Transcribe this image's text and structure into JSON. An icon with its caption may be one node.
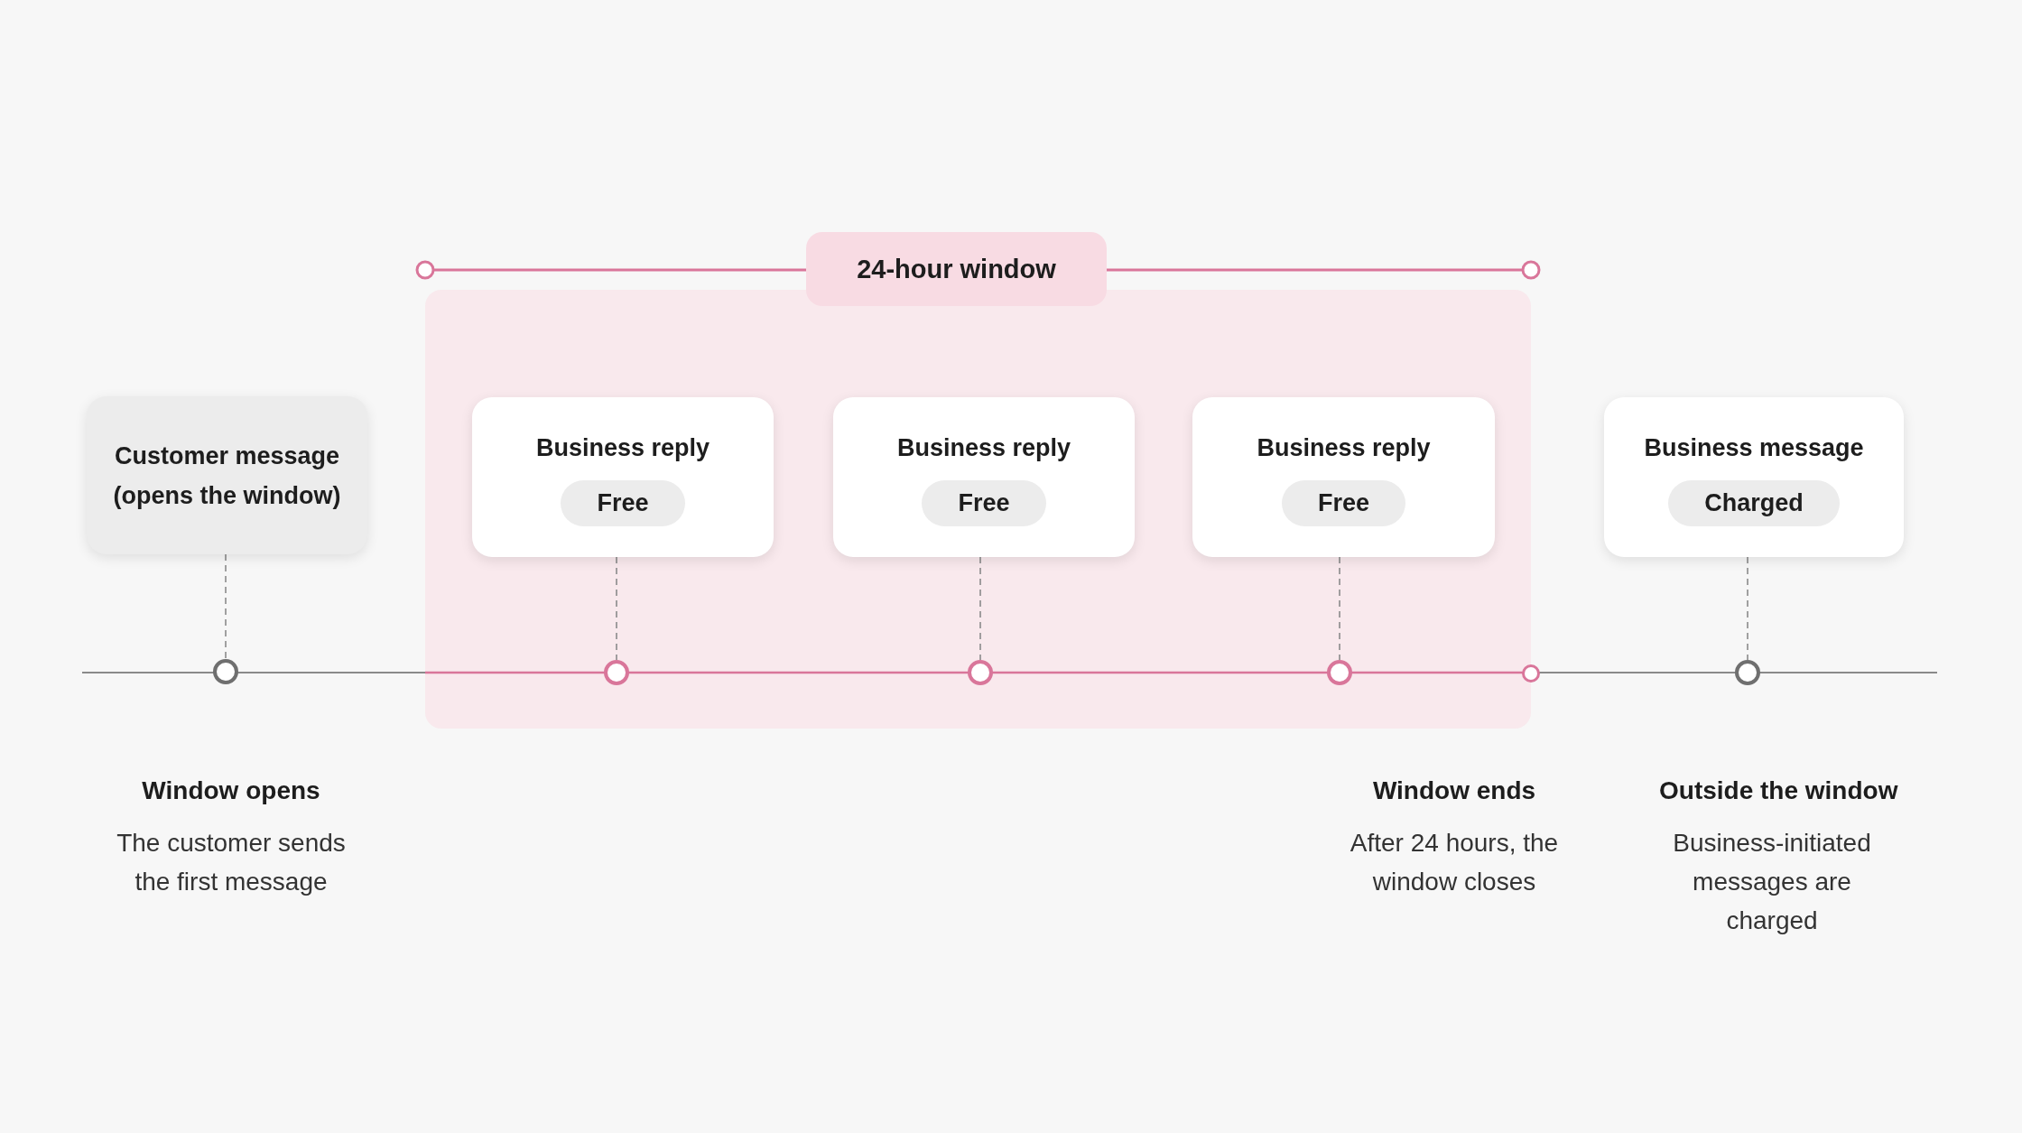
{
  "diagram": {
    "nodes": [
      {
        "text": [
          "24-hour window"
        ]
      },
      {
        "text": [
          "Customer message (opens the window)"
        ]
      },
      {
        "text": [
          "Business reply",
          "Free"
        ],
        "in": 0
      },
      {
        "text": [
          "Business reply",
          "Free"
        ],
        "in": 0
      },
      {
        "text": [
          "Business reply",
          "Free"
        ],
        "in": 0
      },
      {
        "text": [
          "Business message",
          "Charged"
        ]
      },
      {
        "text": [],
        "shape": "circle",
        "beside": [
          "Window opens",
          "The customer sends the first message"
        ]
      },
      {
        "text": [],
        "shape": "circle",
        "in": 0
      },
      {
        "text": [],
        "shape": "circle",
        "in": 0
      },
      {
        "text": [],
        "shape": "circle",
        "in": 0
      },
      {
        "text": [],
        "shape": "circle",
        "beside": [
          "Window ends",
          "After 24 hours, the window closes"
        ]
      },
      {
        "text": [],
        "shape": "circle",
        "beside": [
          "Outside the window",
          "Business-initiated messages are charged"
        ]
      }
    ],
    "edges": [
      {
        "from": 1,
        "to": 6,
        "arrow": "none",
        "style": "dashed"
      },
      {
        "from": 2,
        "to": 7,
        "arrow": "none",
        "style": "dashed"
      },
      {
        "from": 3,
        "to": 8,
        "arrow": "none",
        "style": "dashed"
      },
      {
        "from": 4,
        "to": 9,
        "arrow": "none",
        "style": "dashed"
      },
      {
        "from": 5,
        "to": 11,
        "arrow": "none",
        "style": "dashed"
      }
    ]
  }
}
